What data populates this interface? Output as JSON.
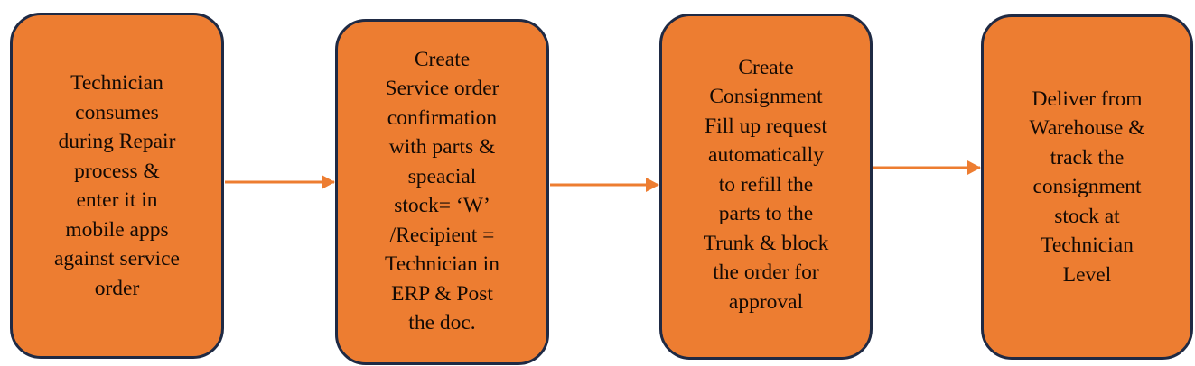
{
  "diagram": {
    "type": "process-flow",
    "colors": {
      "box_fill": "#ED7D31",
      "box_border": "#1F2A44",
      "arrow": "#ED7D31",
      "text": "#140A04"
    },
    "steps": [
      {
        "id": "step-1",
        "text": "Technician\nconsumes\nduring Repair\nprocess &\nenter it in\nmobile apps\nagainst service\norder"
      },
      {
        "id": "step-2",
        "text": "Create\nService order\nconfirmation\nwith parts &\nspeacial\nstock= ‘W’\n/Recipient =\nTechnician in\nERP & Post\nthe doc."
      },
      {
        "id": "step-3",
        "text": "Create\nConsignment\nFill up request\nautomatically\nto refill the\nparts to the\nTrunk & block\nthe order for\napproval"
      },
      {
        "id": "step-4",
        "text": "Deliver from\nWarehouse &\ntrack the\nconsignment\nstock at\nTechnician\nLevel"
      }
    ],
    "connections": [
      {
        "from": "step-1",
        "to": "step-2"
      },
      {
        "from": "step-2",
        "to": "step-3"
      },
      {
        "from": "step-3",
        "to": "step-4"
      }
    ]
  }
}
